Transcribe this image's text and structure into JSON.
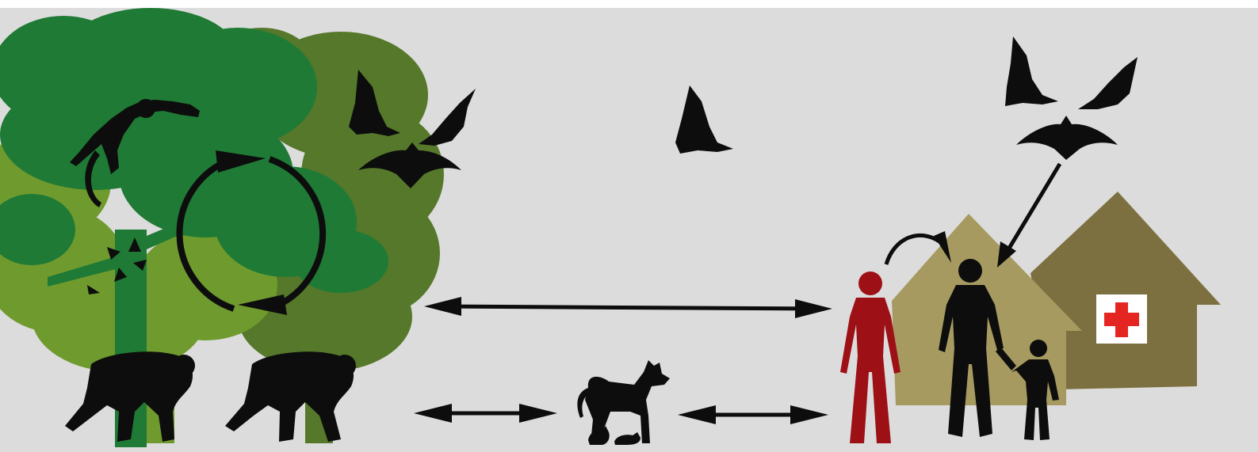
{
  "scene": {
    "type": "zoonotic-transmission-diagram",
    "background_color": "#dcdcdc",
    "frame_color": "#ffffff",
    "colors": {
      "tree_dark": "#1f7a35",
      "tree_light": "#6f9a2e",
      "tree_olive": "#55782a",
      "silhouette": "#0d0d0d",
      "index_patient": "#9c1016",
      "hut_front": "#a69a60",
      "hut_back": "#7d7040",
      "cross_red": "#e52521",
      "cross_bg": "#ffffff"
    },
    "elements": {
      "forest": "forest-trees",
      "forest_animals": [
        "monkey",
        "chimpanzee",
        "chimpanzee"
      ],
      "bats": [
        "bat-colony-forest",
        "bat-flying-middle",
        "bat-colony-village"
      ],
      "domestic_animals": [
        "dog",
        "rodent",
        "rodent"
      ],
      "village": [
        "hut",
        "clinic-hut"
      ],
      "humans": [
        "index-case",
        "adult",
        "child"
      ]
    },
    "arrows": [
      "sylvatic-cycle",
      "forest-to-human",
      "forest-to-domestic",
      "domestic-to-human",
      "bats-to-village",
      "human-to-human"
    ]
  }
}
